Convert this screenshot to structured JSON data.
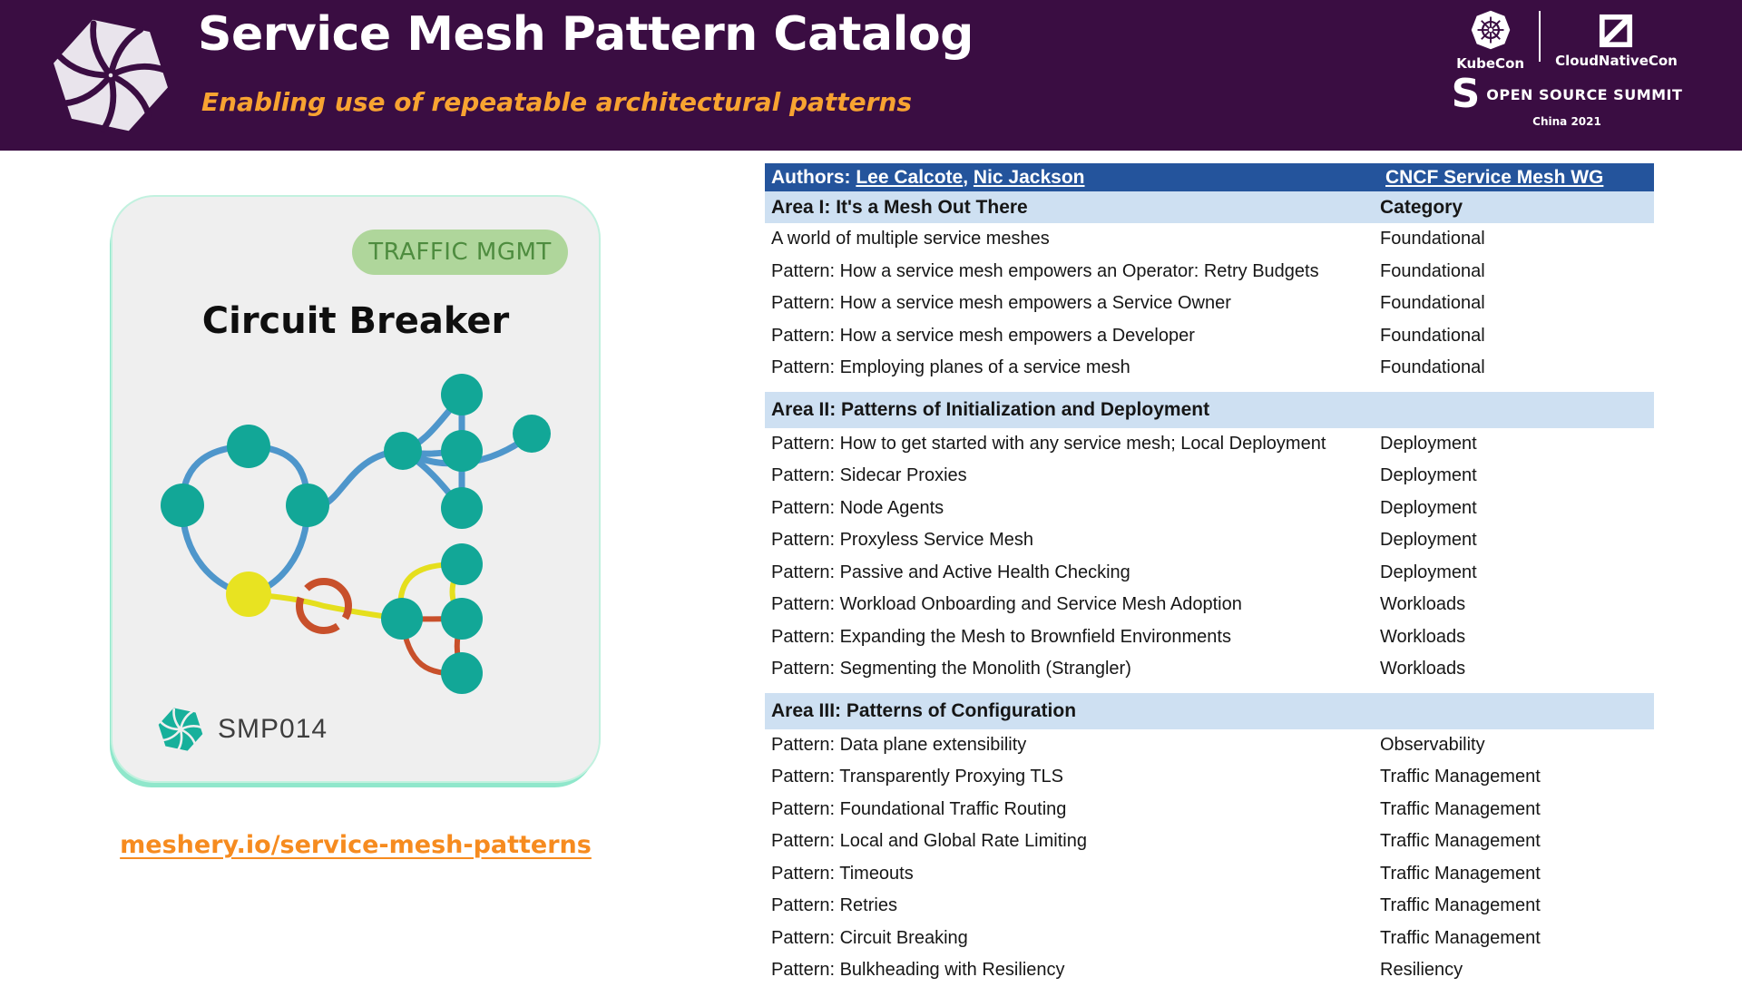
{
  "header": {
    "title": "Service Mesh Pattern Catalog",
    "subtitle": "Enabling use of repeatable architectural patterns",
    "brand": {
      "kubecon": "KubeCon",
      "cloudnativecon": "CloudNativeCon",
      "summit": "OPEN SOURCE SUMMIT",
      "location": "China 2021"
    }
  },
  "card": {
    "badge": "TRAFFIC MGMT",
    "title": "Circuit Breaker",
    "id": "SMP014"
  },
  "link": "meshery.io/service-mesh-patterns",
  "table": {
    "authors_prefix": "Authors:",
    "authors": [
      "Lee Calcote",
      "Nic Jackson"
    ],
    "authors_separator": ",",
    "wg": "CNCF Service Mesh WG",
    "rows": [
      {
        "type": "section",
        "name": "Area I: It's a Mesh Out There",
        "category": "Category"
      },
      {
        "type": "row",
        "name": "A world of multiple service meshes",
        "category": "Foundational"
      },
      {
        "type": "row",
        "name": "Pattern: How a service mesh empowers an Operator: Retry Budgets",
        "category": "Foundational"
      },
      {
        "type": "row",
        "name": "Pattern: How a service mesh empowers a Service Owner",
        "category": "Foundational"
      },
      {
        "type": "row",
        "name": "Pattern: How a service mesh empowers a Developer",
        "category": "Foundational"
      },
      {
        "type": "row",
        "name": "Pattern: Employing planes of a service mesh",
        "category": "Foundational"
      },
      {
        "type": "section",
        "name": "Area II: Patterns of Initialization and Deployment",
        "category": ""
      },
      {
        "type": "row",
        "name": "Pattern: How to get started with any service mesh; Local Deployment",
        "category": "Deployment"
      },
      {
        "type": "row",
        "name": "Pattern: Sidecar Proxies",
        "category": "Deployment"
      },
      {
        "type": "row",
        "name": "Pattern: Node Agents",
        "category": "Deployment"
      },
      {
        "type": "row",
        "name": "Pattern: Proxyless Service Mesh",
        "category": "Deployment"
      },
      {
        "type": "row",
        "name": "Pattern: Passive and Active Health Checking",
        "category": "Deployment"
      },
      {
        "type": "row",
        "name": "Pattern: Workload Onboarding and Service Mesh Adoption",
        "category": "Workloads"
      },
      {
        "type": "row",
        "name": "Pattern: Expanding the Mesh to Brownfield Environments",
        "category": "Workloads"
      },
      {
        "type": "row",
        "name": "Pattern: Segmenting the Monolith (Strangler)",
        "category": "Workloads"
      },
      {
        "type": "section",
        "name": "Area III: Patterns of Configuration",
        "category": ""
      },
      {
        "type": "row",
        "name": "Pattern: Data plane extensibility",
        "category": "Observability"
      },
      {
        "type": "row",
        "name": "Pattern: Transparently Proxying TLS",
        "category": "Traffic Management"
      },
      {
        "type": "row",
        "name": "Pattern: Foundational Traffic Routing",
        "category": "Traffic Management"
      },
      {
        "type": "row",
        "name": "Pattern: Local and Global Rate Limiting",
        "category": "Traffic Management"
      },
      {
        "type": "row",
        "name": "Pattern: Timeouts",
        "category": "Traffic Management"
      },
      {
        "type": "row",
        "name": "Pattern: Retries",
        "category": "Traffic Management"
      },
      {
        "type": "row",
        "name": "Pattern: Circuit Breaking",
        "category": "Traffic Management"
      },
      {
        "type": "row",
        "name": "Pattern: Bulkheading with Resiliency",
        "category": "Resiliency"
      }
    ]
  },
  "colors": {
    "header_bg": "#3A0D42",
    "subtitle_orange": "#F8A331",
    "link_orange": "#F68B1F",
    "table_header_bg": "#24549C",
    "section_band_bg": "#CEE0F2",
    "badge_bg": "#AFD69B",
    "badge_text": "#4E8C3F",
    "card_bg": "#EFEFEF",
    "card_glow": "#8FE7CB",
    "node_teal": "#12A797",
    "node_yellow": "#E8E321",
    "edge_blue": "#4E96CB",
    "edge_yellow": "#E5DF1D",
    "break_red": "#C8502B"
  }
}
